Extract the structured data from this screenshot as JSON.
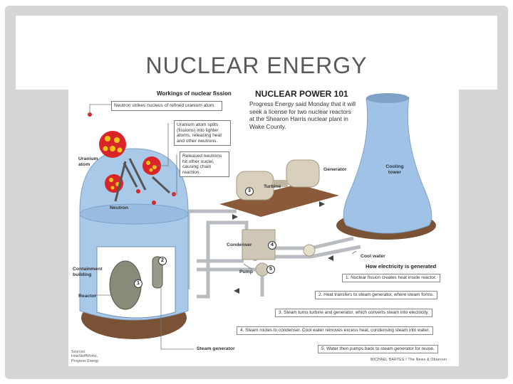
{
  "slide": {
    "title": "NUCLEAR ENERGY"
  },
  "infographic": {
    "headline": "NUCLEAR POWER 101",
    "intro": "Progress Energy said Monday that it will seek a license for two nuclear reactors at the Shearon Harris nuclear plant in Wake County.",
    "fission": {
      "title": "Workings of nuclear fission",
      "note_1": "Neutron strikes nucleus of refined uranium atom.",
      "note_2": "Uranium atom splits (fissions) into lighter atoms, releasing heat and other neutrons.",
      "note_3": "Released neutrons hit other nuclei, causing chain reaction."
    },
    "labels": {
      "uranium_atom": "Uranium atom",
      "neutron": "Neutron",
      "containment_building": "Containment building",
      "reactor": "Reactor",
      "steam_generator": "Steam generator",
      "turbine": "Turbine",
      "generator": "Generator",
      "cooling_tower": "Cooling tower",
      "condenser": "Condenser",
      "pump": "Pump",
      "cool_water": "Cool water"
    },
    "badges": [
      "1",
      "2",
      "3",
      "4",
      "5"
    ],
    "steps_title": "How electricity is generated",
    "steps": [
      "1. Nuclear fission creates heat inside reactor.",
      "2. Heat transfers to steam generator, where steam forms.",
      "3. Steam turns turbine and generator, which converts steam into electricity.",
      "4. Steam routes to condenser. Cool water removes excess heat, condensing steam into water.",
      "5. Water then pumps back to steam generator for reuse."
    ],
    "sources": "Sources: HowStuffWorks, Progress Energy",
    "credit": "MICHAEL BARTES / The News & Observer"
  },
  "colors": {
    "dome_blue": "#a9c9e8",
    "tower_blue": "#9fc2e6",
    "base_brown": "#7a5236",
    "pipe_gray": "#b8bcc0",
    "atom_red": "#d9252a",
    "atom_yellow": "#f2c413"
  }
}
